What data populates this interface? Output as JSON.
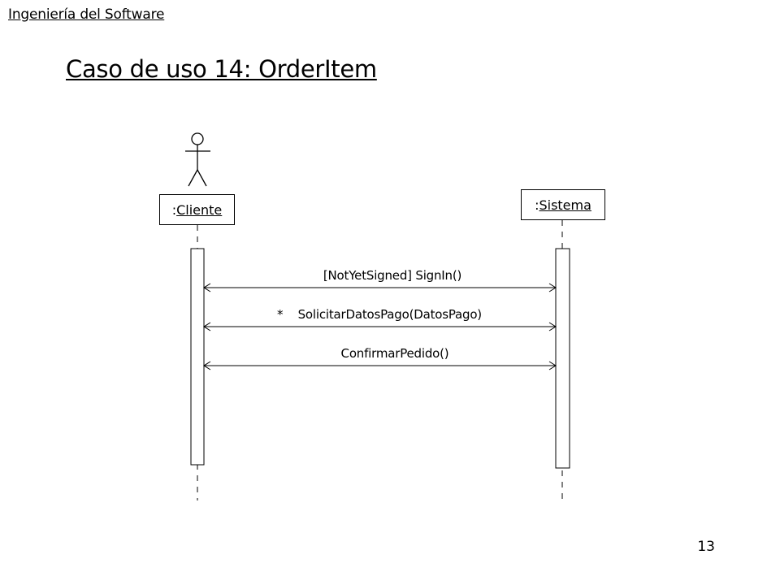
{
  "header": {
    "course": "Ingeniería del Software",
    "title": "Caso de uso 14: OrderItem"
  },
  "lifelines": {
    "cliente": {
      "prefix": ":",
      "name": "Cliente"
    },
    "sistema": {
      "prefix": ":",
      "name": "Sistema"
    }
  },
  "messages": [
    {
      "label": "[NotYetSigned] SignIn()"
    },
    {
      "label": "*    SolicitarDatosPago(DatosPago)"
    },
    {
      "label": "ConfirmarPedido()"
    }
  ],
  "footer": {
    "page_number": "13"
  },
  "colors": {
    "line": "#000000",
    "background": "#ffffff"
  }
}
